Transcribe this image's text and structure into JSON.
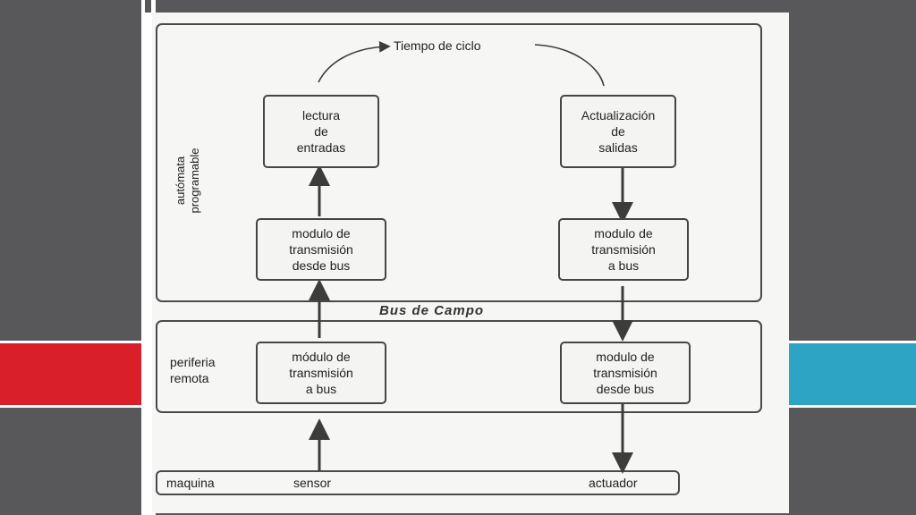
{
  "diagram": {
    "cycle_label": "Tiempo de ciclo",
    "plc_label": [
      "autómata",
      "programable"
    ],
    "bus_label": "Bus de Campo",
    "periphery_label": [
      "periferia",
      "remota"
    ],
    "machine_row": {
      "machine": "maquina",
      "sensor": "sensor",
      "actuator": "actuador"
    },
    "boxes": {
      "read_inputs": [
        "lectura",
        "de",
        "entradas"
      ],
      "update_outputs": [
        "Actualización",
        "de",
        "salidas"
      ],
      "plc_rx_module": [
        "modulo de",
        "transmisión",
        "desde bus"
      ],
      "plc_tx_module": [
        "modulo de",
        "transmisión",
        "a bus"
      ],
      "remote_tx_module": [
        "módulo de",
        "transmisión",
        "a bus"
      ],
      "remote_rx_module": [
        "modulo de",
        "transmisión",
        "desde bus"
      ]
    }
  },
  "colors": {
    "slide_bg": "#58585a",
    "accent_red": "#d9202a",
    "accent_blue": "#2ea4c4",
    "ink": "#333333"
  }
}
